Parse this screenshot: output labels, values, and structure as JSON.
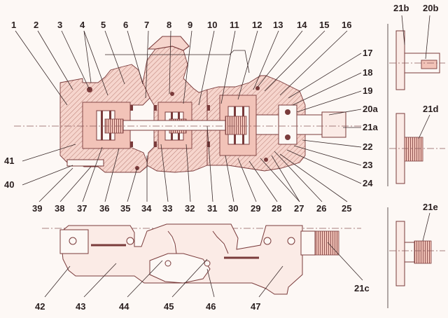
{
  "labels": {
    "top": [
      "1",
      "2",
      "3",
      "4",
      "5",
      "6",
      "7",
      "8",
      "9",
      "10",
      "11",
      "12",
      "13",
      "14",
      "15",
      "16"
    ],
    "right": [
      "17",
      "18",
      "19",
      "20a",
      "21a",
      "22",
      "23",
      "24",
      "25"
    ],
    "bottom": [
      "39",
      "38",
      "37",
      "36",
      "35",
      "34",
      "33",
      "32",
      "31",
      "30",
      "29",
      "28",
      "27",
      "26"
    ],
    "left": [
      "41",
      "40"
    ],
    "lower_view": [
      "42",
      "43",
      "44",
      "45",
      "46",
      "47",
      "21c"
    ],
    "shafts": [
      "21b",
      "20b",
      "21d",
      "21e"
    ]
  }
}
